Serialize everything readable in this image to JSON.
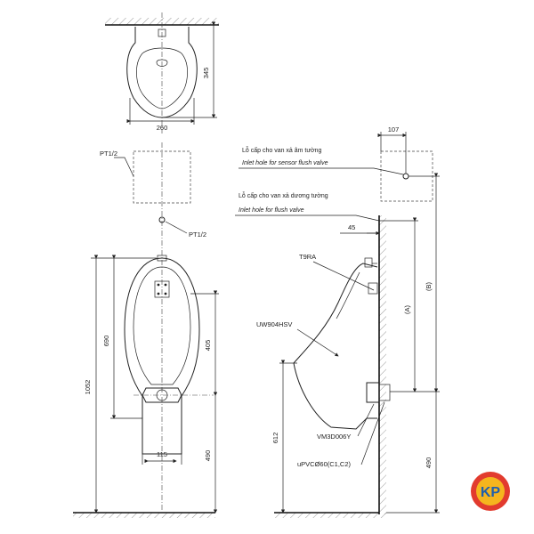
{
  "top_view": {
    "width": "260",
    "depth": "345"
  },
  "front_view": {
    "pt_top": "PT1/2",
    "pt_side": "PT1/2",
    "height_total": "1052",
    "height_bowl": "690",
    "height_outlet": "405",
    "height_floor": "490",
    "outlet_width": "115"
  },
  "side_view": {
    "dim_107": "107",
    "note_sensor_vn": "Lỗ cấp cho van xả âm tường",
    "note_sensor_en": "Inlet hole for sensor flush valve",
    "note_flush_vn": "Lỗ cấp cho van xả dương tường",
    "note_flush_en": "Inlet hole for flush valve",
    "dim_45": "45",
    "code_t9ra": "T9RA",
    "code_uw": "UW904HSV",
    "dim_a": "(A)",
    "dim_b": "(B)",
    "dim_612": "612",
    "code_vm": "VM3D006Y",
    "code_upvc": "uPVCØ60(C1,C2)",
    "dim_490": "490"
  },
  "logo": {
    "text": "KP",
    "colors": {
      "outer": "#e23b2e",
      "inner": "#f5b51e",
      "letters": "#1f5fae"
    }
  }
}
